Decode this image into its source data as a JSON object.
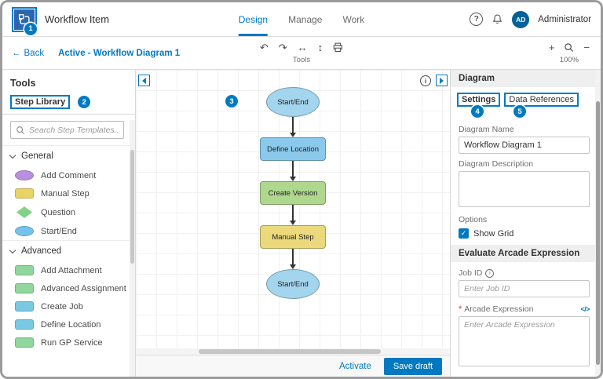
{
  "header": {
    "title": "Workflow Item",
    "nav_design": "Design",
    "nav_manage": "Manage",
    "nav_work": "Work",
    "help_glyph": "?",
    "avatar_initials": "AD",
    "user_name": "Administrator"
  },
  "callouts": {
    "c1": "1",
    "c2": "2",
    "c3": "3",
    "c4": "4",
    "c5": "5"
  },
  "toolbar": {
    "back_icon": "←",
    "back_label": "Back",
    "breadcrumb": "Active - Workflow Diagram 1",
    "undo_icon": "↶",
    "redo_icon": "↷",
    "fit_width_icon": "↔",
    "fit_height_icon": "↕",
    "tools_caption": "Tools",
    "zoom_in_icon": "+",
    "zoom_out_icon": "−",
    "zoom_caption": "100%"
  },
  "sidebar": {
    "title": "Tools",
    "tab_label": "Step Library",
    "search_placeholder": "Search Step Templates...",
    "sections": [
      {
        "label": "General",
        "items": [
          {
            "label": "Add Comment",
            "shape": "ellipse",
            "color": "#bb8fe0"
          },
          {
            "label": "Manual Step",
            "shape": "rect",
            "color": "#e9d466"
          },
          {
            "label": "Question",
            "shape": "diamond",
            "color": "#83d287"
          },
          {
            "label": "Start/End",
            "shape": "ellipse",
            "color": "#74c3ea"
          }
        ]
      },
      {
        "label": "Advanced",
        "items": [
          {
            "label": "Add Attachment",
            "shape": "rect",
            "color": "#8fd79d"
          },
          {
            "label": "Advanced Assignment",
            "shape": "rect",
            "color": "#8fd79d"
          },
          {
            "label": "Create Job",
            "shape": "rect",
            "color": "#79c9e3"
          },
          {
            "label": "Define Location",
            "shape": "rect",
            "color": "#79c9e3"
          },
          {
            "label": "Run GP Service",
            "shape": "rect",
            "color": "#8fd79d"
          }
        ]
      }
    ]
  },
  "canvas": {
    "nodes": [
      {
        "label": "Start/End",
        "shape": "ellipse",
        "color": "#a3d5ee"
      },
      {
        "label": "Define Location",
        "shape": "rect",
        "color": "#8ac9ec"
      },
      {
        "label": "Create Version",
        "shape": "rect",
        "color": "#afd78e"
      },
      {
        "label": "Manual Step",
        "shape": "rect",
        "color": "#ebd97b"
      },
      {
        "label": "Start/End",
        "shape": "ellipse",
        "color": "#a3d5ee"
      }
    ],
    "info_glyph": "i",
    "activate_label": "Activate",
    "save_draft_label": "Save draft"
  },
  "panel": {
    "title": "Diagram",
    "tab_settings": "Settings",
    "tab_data_refs": "Data References",
    "name_label": "Diagram Name",
    "name_value": "Workflow Diagram 1",
    "description_label": "Diagram Description",
    "options_label": "Options",
    "check_glyph": "✓",
    "show_grid_label": "Show Grid",
    "arcade_title": "Evaluate Arcade Expression",
    "job_id_label": "Job ID",
    "info_glyph": "i",
    "job_id_placeholder": "Enter Job ID",
    "required_mark": "*",
    "arcade_label": "Arcade Expression",
    "code_icon": "</>",
    "arcade_placeholder": "Enter Arcade Expression"
  },
  "colors": {
    "accent": "#0079c1",
    "callout": "#007ac2",
    "save_button": "#0079c1",
    "required": "#d83020"
  }
}
